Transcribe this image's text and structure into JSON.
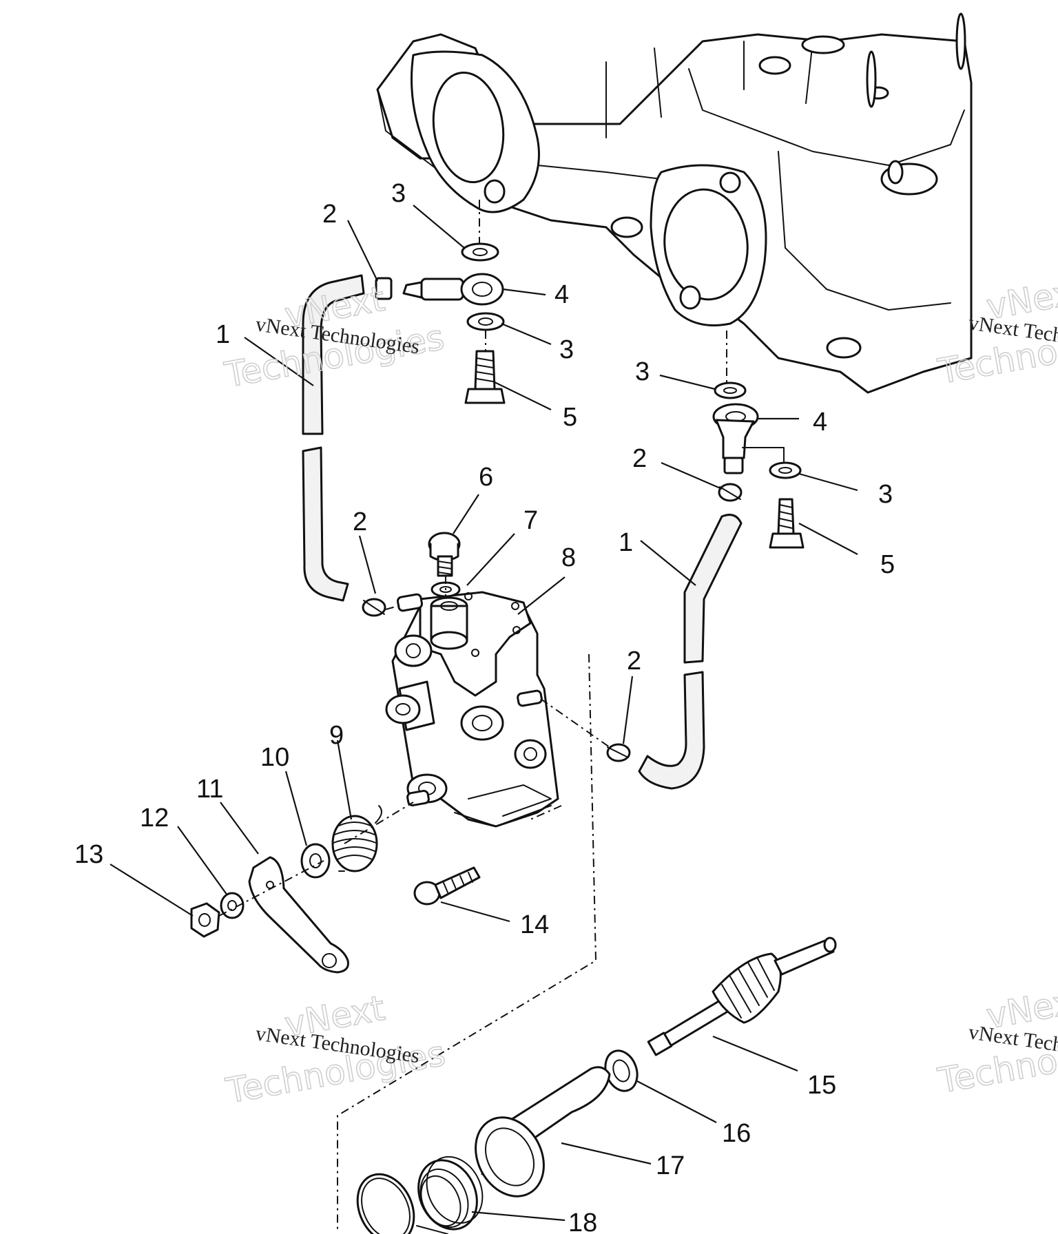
{
  "callouts": {
    "c1_left": "1",
    "c1_right": "1",
    "c2_top_left": "2",
    "c2_pump_left": "2",
    "c2_right": "2",
    "c2_lower_right": "2",
    "c3_top": "3",
    "c3_mid_left": "3",
    "c3_right_a": "3",
    "c3_right_b": "3",
    "c4_left": "4",
    "c4_right": "4",
    "c5_left": "5",
    "c5_right": "5",
    "c6": "6",
    "c7": "7",
    "c8": "8",
    "c9": "9",
    "c10": "10",
    "c11": "11",
    "c12": "12",
    "c13": "13",
    "c14": "14",
    "c15": "15",
    "c16": "16",
    "c17": "17",
    "c18": "18"
  },
  "watermarks": {
    "small": "vNext Technologies",
    "big_line1": "vNext",
    "big_line2": "Technologies"
  }
}
